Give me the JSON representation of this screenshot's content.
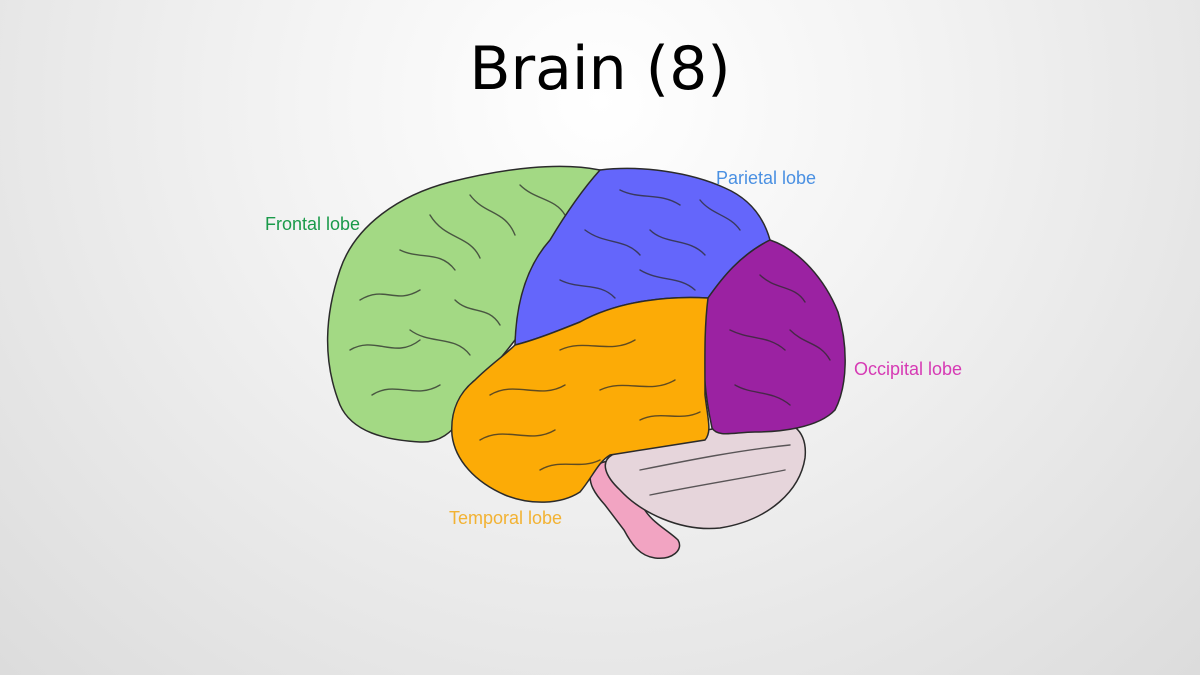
{
  "slide": {
    "title": "Brain (8)"
  },
  "labels": {
    "frontal": {
      "text": "Frontal lobe",
      "color": "#1a9a4a"
    },
    "parietal": {
      "text": "Parietal lobe",
      "color": "#4a90e2"
    },
    "occipital": {
      "text": "Occipital lobe",
      "color": "#d63ab4"
    },
    "temporal": {
      "text": "Temporal lobe",
      "color": "#f2b233"
    }
  },
  "regions": {
    "frontal": {
      "fill": "#a3d984"
    },
    "parietal": {
      "fill": "#6466fb"
    },
    "occipital": {
      "fill": "#9b22a2"
    },
    "temporal": {
      "fill": "#fcab06"
    },
    "cerebellum": {
      "fill": "#e6d5db"
    },
    "brainstem": {
      "fill": "#f2a4c2"
    }
  }
}
